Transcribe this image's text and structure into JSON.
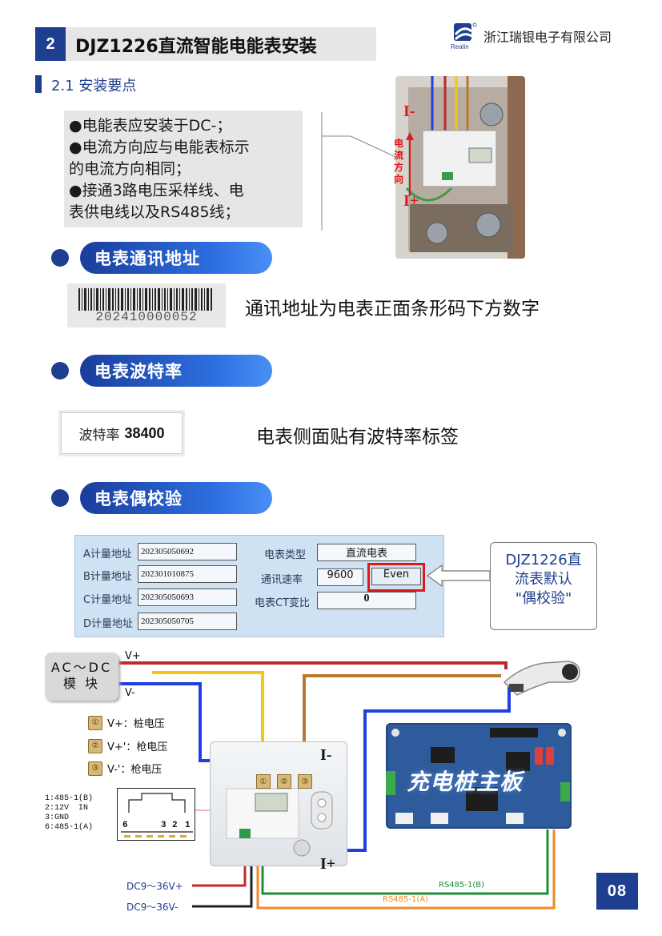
{
  "header": {
    "section_number": "2",
    "title": "DJZ1226直流智能电能表安装",
    "brand_sub": "Realin",
    "company": "浙江瑞银电子有限公司"
  },
  "section": {
    "title": "2.1 安装要点",
    "notes": [
      "●电能表应安装于DC-；",
      "●电流方向应与电能表标示",
      "的电流方向相同；",
      "●接通3路电压采样线、电",
      "表供电线以及RS485线；"
    ]
  },
  "photo": {
    "current_dir": [
      "电",
      "流",
      "方",
      "向"
    ],
    "i_minus": "I-",
    "i_plus": "I+"
  },
  "address": {
    "heading": "电表通讯地址",
    "barcode_number": "202410000052",
    "description": "通讯地址为电表正面条形码下方数字"
  },
  "baud": {
    "heading": "电表波特率",
    "label_text": "波特率",
    "label_value": "38400",
    "description": "电表侧面贴有波特率标签"
  },
  "parity": {
    "heading": "电表偶校验",
    "panel": {
      "a_label": "A计量地址",
      "a_value": "202305050692",
      "b_label": "B计量地址",
      "b_value": "202301010875",
      "c_label": "C计量地址",
      "c_value": "202305050693",
      "d_label": "D计量地址",
      "d_value": "202305050705",
      "type_label": "电表类型",
      "type_value": "直流电表",
      "rate_label": "通讯速率",
      "rate_value": "9600",
      "parity_value": "Even",
      "ct_label": "电表CT变比",
      "ct_value": "0"
    },
    "callout": [
      "DJZ1226直",
      "流表默认",
      "\"偶校验\""
    ]
  },
  "wiring": {
    "ac_module": [
      "AC～DC",
      "模 块"
    ],
    "v_plus": "V+",
    "v_minus": "V-",
    "legend": [
      {
        "num": "①",
        "text": "V+：桩电压"
      },
      {
        "num": "②",
        "text": "V+'：枪电压"
      },
      {
        "num": "③",
        "text": "V-'：枪电压"
      }
    ],
    "pinout": "1:485-1(B)\n2:12V  IN\n3:GND\n6:485-1(A)",
    "rj_pins": [
      "6",
      "3",
      "2",
      "1"
    ],
    "meter_terminals": [
      "①",
      "②",
      "③"
    ],
    "board_title": "充电桩主板",
    "i_minus": "I-",
    "i_plus": "I+",
    "dc_plus": "DC9～36V+",
    "dc_minus": "DC9～36V-",
    "rs485_b": "RS485-1(B)",
    "rs485_a": "RS485-1(A)",
    "colors": {
      "red": "#c0282d",
      "blue": "#1f3fe0",
      "yellow": "#f2c811",
      "brown": "#b9772f",
      "green": "#1e8c3a",
      "orange": "#ef8a2a",
      "dark": "#222222"
    }
  },
  "page_number": "08"
}
